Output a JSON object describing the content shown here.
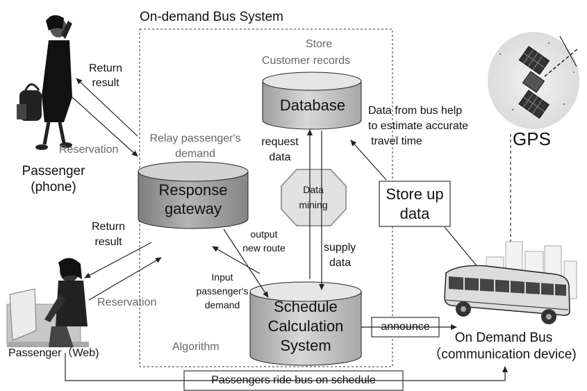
{
  "title": "On-demand Bus System",
  "store_label": "Store",
  "customer_records_label": "Customer records",
  "database_label": "Database",
  "bus_data_label": [
    "Data from bus help",
    "to estimate accurate",
    "travel time"
  ],
  "gps_label": "GPS",
  "return_result_label": [
    "Return",
    "result"
  ],
  "reservation_label": "Reservation",
  "relay_label": [
    "Relay passenger's",
    "demand"
  ],
  "request_data_label": [
    "request",
    "data"
  ],
  "passenger_phone_label": [
    "Passenger",
    "(phone)"
  ],
  "response_gateway_label": [
    "Response",
    "gateway"
  ],
  "data_mining_label": [
    "Data",
    "mining"
  ],
  "store_up_label": [
    "Store up",
    "data"
  ],
  "output_route_label": [
    "output",
    "new route"
  ],
  "supply_data_label": [
    "supply",
    "data"
  ],
  "input_demand_label": [
    "Input",
    "passenger's",
    "demand"
  ],
  "schedule_label": [
    "Schedule",
    "Calculation",
    "System"
  ],
  "announce_label": "announce",
  "algorithm_label": "Algorithm",
  "passenger_web_label": "Passenger（Web)",
  "on_demand_bus_label": [
    "On Demand Bus",
    "（communication device)"
  ],
  "ride_label": "Passengers ride bus on schedule",
  "colors": {
    "cylinder": "#bdbdbd",
    "cylinder_top": "#e4e4e4",
    "gateway": "#9a9a9a",
    "gateway_top": "#d0d0d0"
  }
}
